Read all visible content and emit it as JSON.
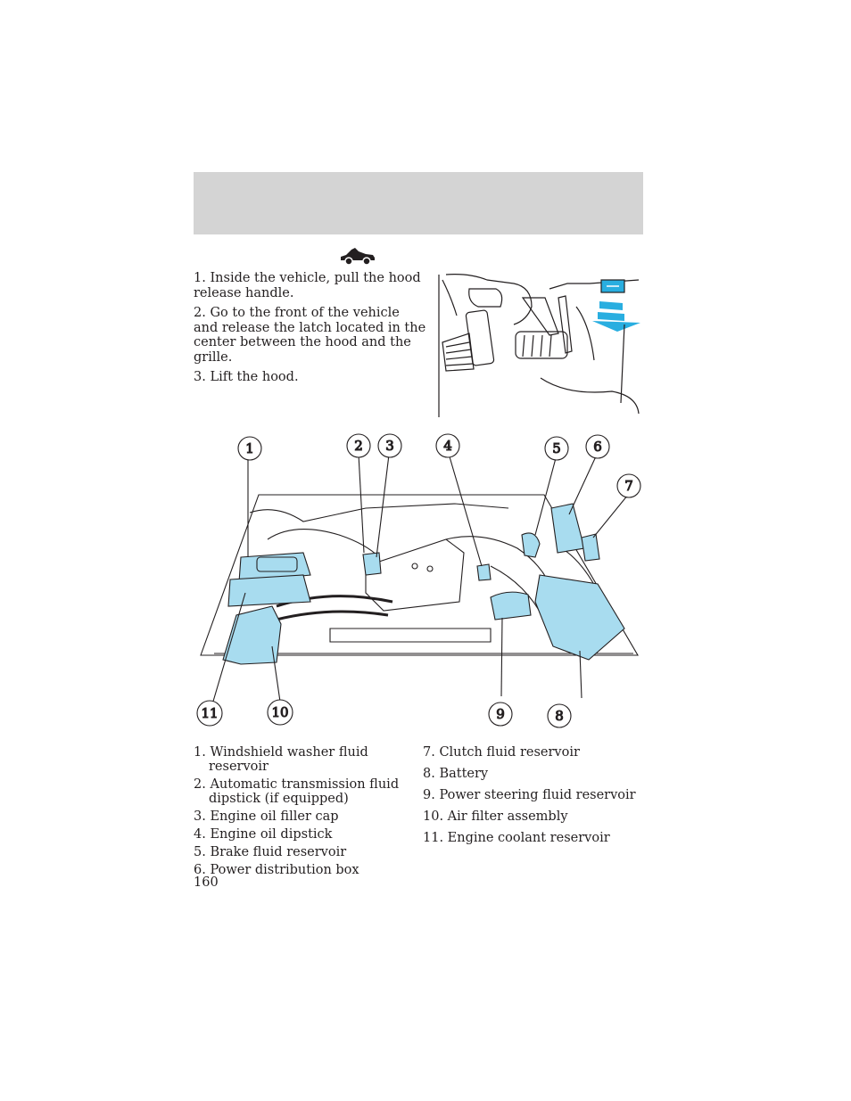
{
  "header": {
    "band_color": "#d4d4d4"
  },
  "icons": {
    "section": "car-hood-open-icon"
  },
  "steps": [
    "1. Inside the vehicle, pull the hood release handle.",
    "2. Go to the front of the vehicle and release the latch located in the center between the hood and the grille.",
    "3. Lift the hood."
  ],
  "engine_callouts": [
    "1",
    "2",
    "3",
    "4",
    "5",
    "6",
    "7",
    "8",
    "9",
    "10",
    "11"
  ],
  "legend": {
    "left": [
      "1. Windshield washer fluid reservoir",
      "2. Automatic transmission fluid dipstick (if equipped)",
      "3. Engine oil filler cap",
      "4. Engine oil dipstick",
      "5. Brake fluid reservoir",
      "6. Power distribution box"
    ],
    "right": [
      "7. Clutch fluid reservoir",
      "8. Battery",
      "9. Power steering fluid reservoir",
      "10. Air filter assembly",
      "11. Engine coolant reservoir"
    ]
  },
  "page_number": "160",
  "colors": {
    "highlight": "#a8dcef",
    "arrow": "#29aee0",
    "ink": "#231f20"
  }
}
